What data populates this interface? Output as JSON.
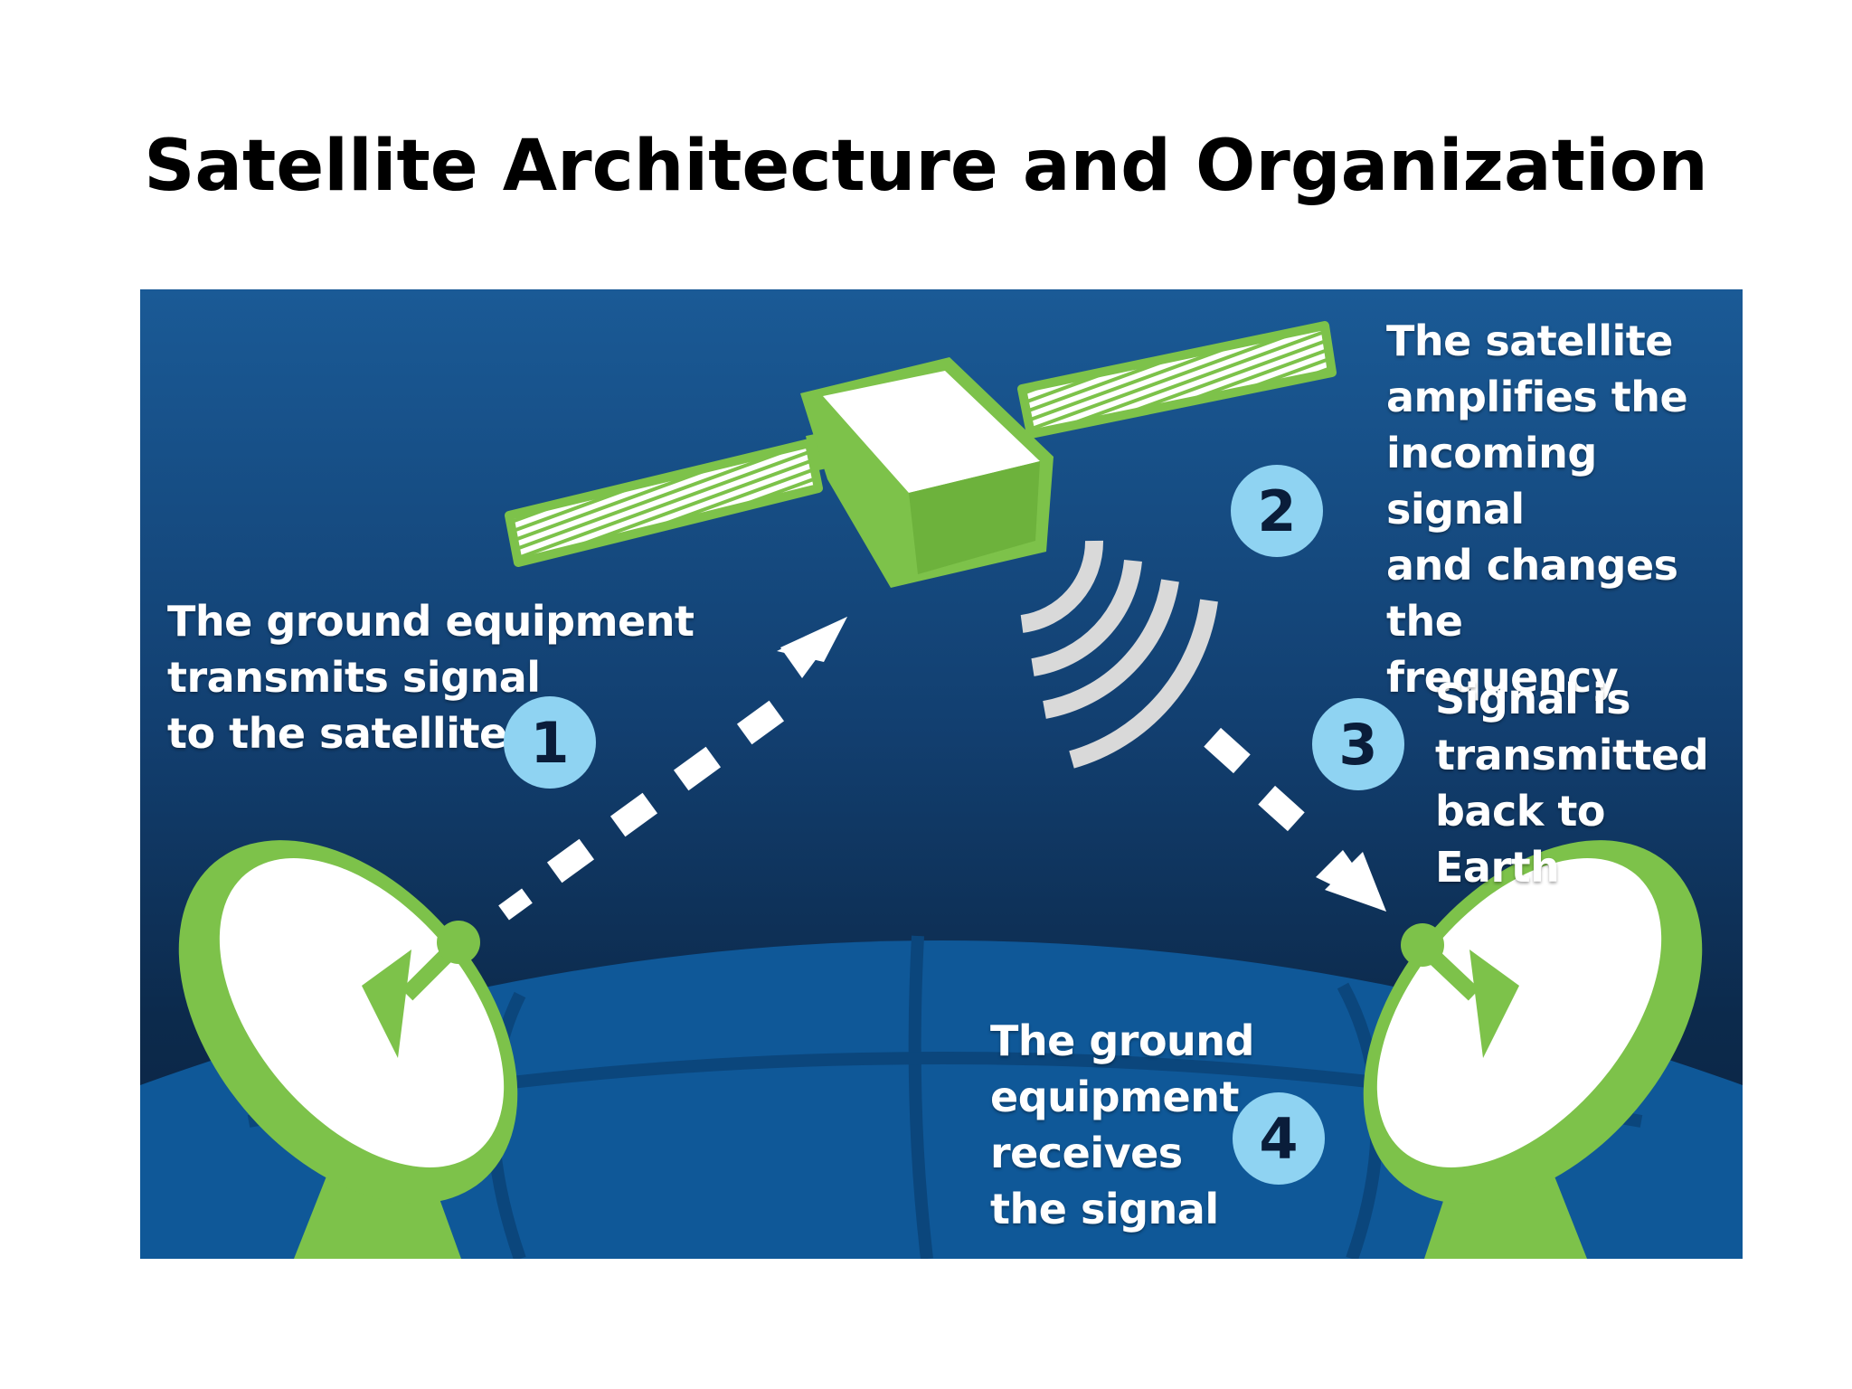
{
  "title": "Satellite Architecture and Organization",
  "colors": {
    "space_dark": "#0e2f52",
    "space_light": "#1a5a96",
    "earth": "#0f5898",
    "earth_lines": "#0b467c",
    "accent_green": "#7dc24a",
    "badge_blue": "#8fd3f2",
    "signal_white": "#ffffff"
  },
  "steps": [
    {
      "number": "1",
      "text": "The ground equipment\ntransmits signal\nto the satellite"
    },
    {
      "number": "2",
      "text": "The satellite\namplifies the\nincoming signal\nand changes the\nfrequency"
    },
    {
      "number": "3",
      "text": "Signal is\ntransmitted\nback to Earth"
    },
    {
      "number": "4",
      "text": "The ground\nequipment\nreceives\nthe signal"
    }
  ],
  "icons": [
    "satellite-icon",
    "dish-antenna-icon",
    "signal-waves-icon",
    "arrow-icon"
  ]
}
